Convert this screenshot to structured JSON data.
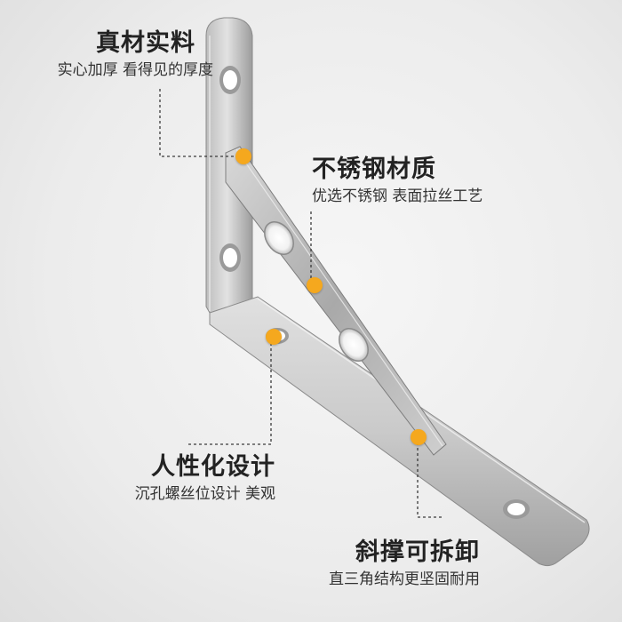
{
  "colors": {
    "accent": "#f5a81e",
    "leader": "#3a3a3a",
    "steel_light": "#d4d4d4",
    "steel_dark": "#8f8f8f"
  },
  "callouts": {
    "material_thickness": {
      "title": "真材实料",
      "sub": "实心加厚 看得见的厚度"
    },
    "stainless": {
      "title": "不锈钢材质",
      "sub": "优选不锈钢 表面拉丝工艺"
    },
    "design": {
      "title": "人性化设计",
      "sub": "沉孔螺丝位设计 美观"
    },
    "removable": {
      "title": "斜撑可拆卸",
      "sub": "直三角结构更坚固耐用"
    }
  }
}
